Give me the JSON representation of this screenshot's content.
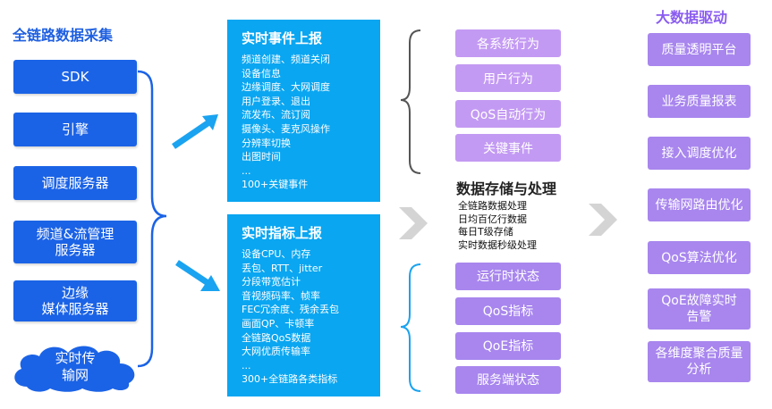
{
  "collection": {
    "title": "全链路数据采集",
    "sources": [
      "SDK",
      "引擎",
      "调度服务器",
      "频道&流管理\n服务器",
      "边缘\n媒体服务器"
    ],
    "cloud": "实时传\n输网"
  },
  "event_report": {
    "title": "实时事件上报",
    "items": [
      "频道创建、频道关闭",
      "设备信息",
      "边缘调度、大网调度",
      "用户登录、退出",
      "流发布、流订阅",
      "摄像头、麦克风操作",
      "分辨率切换",
      "出图时间",
      "...",
      "100+关键事件"
    ]
  },
  "metric_report": {
    "title": "实时指标上报",
    "items": [
      "设备CPU、内存",
      "丢包、RTT、jitter",
      "分段带宽估计",
      "音视频码率、帧率",
      "FEC冗余度、残余丢包",
      "画面QP、卡顿率",
      "全链路QoS数据",
      "大网优质传输率",
      "...",
      "300+全链路各类指标"
    ]
  },
  "events": [
    "各系统行为",
    "用户行为",
    "QoS自动行为",
    "关键事件"
  ],
  "storage": {
    "title": "数据存储与处理",
    "items": [
      "全链路数据处理",
      "日均百亿行数据",
      "每日T级存储",
      "实时数据秒级处理"
    ]
  },
  "metrics": [
    "运行时状态",
    "QoS指标",
    "QoE指标",
    "服务端状态"
  ],
  "bigdata": {
    "title": "大数据驱动",
    "items": [
      "质量透明平台",
      "业务质量报表",
      "接入调度优化",
      "传输网路由优化",
      "QoS算法优化",
      "QoE故障实时\n告警",
      "各维度聚合质量\n分析"
    ]
  },
  "colors": {
    "blue": "#1b63e6",
    "cyan": "#0aa6f1",
    "light_purple": "#c39af3",
    "purple": "#a886ee",
    "chevron": "#d4d4d4"
  }
}
